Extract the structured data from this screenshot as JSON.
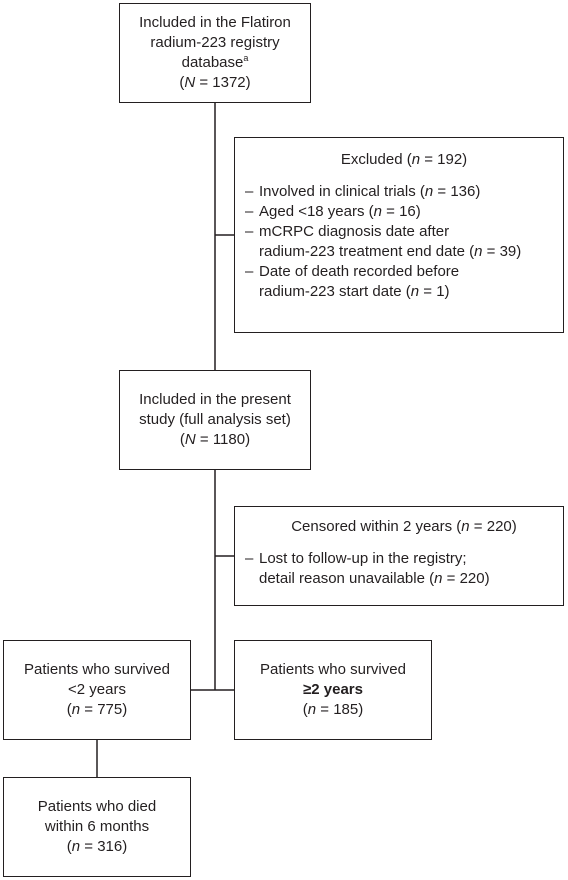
{
  "registry_box": {
    "line1": "Included in the Flatiron",
    "line2": "radium-223 registry",
    "line3": "database",
    "line3_sup": "a",
    "count_var": "N",
    "count_rest": " = 1372)"
  },
  "excluded_box": {
    "title_prefix": "Excluded (",
    "title_var": "n",
    "title_rest": " = 192)",
    "items": [
      {
        "lines": [
          "Involved in clinical trials ("
        ],
        "var": "n",
        "rest": " = 136)"
      },
      {
        "lines": [
          "Aged <18 years ("
        ],
        "var": "n",
        "rest": " = 16)"
      },
      {
        "lines": [
          "mCRPC diagnosis date after",
          "radium-223 treatment end date ("
        ],
        "var": "n",
        "rest": " = 39)"
      },
      {
        "lines": [
          "Date of death recorded before",
          "radium-223 start date ("
        ],
        "var": "n",
        "rest": " = 1)"
      }
    ]
  },
  "included_box": {
    "line1": "Included in the present",
    "line2": "study (full analysis set)",
    "count_var": "N",
    "count_rest": " = 1180)"
  },
  "censored_box": {
    "title_prefix": "Censored within 2 years (",
    "title_var": "n",
    "title_rest": " = 220)",
    "item_line1": "Lost to follow-up in the registry;",
    "item_line2": "detail reason unavailable (",
    "item_var": "n",
    "item_rest": " = 220)"
  },
  "survived_lt2_box": {
    "line1": "Patients who survived",
    "line2": "<2 years",
    "count_var": "n",
    "count_rest": " = 775)"
  },
  "survived_ge2_box": {
    "line1": "Patients who survived",
    "line2": "≥2 years",
    "count_var": "n",
    "count_rest": " = 185)"
  },
  "died_box": {
    "line1": "Patients who died",
    "line2": "within 6 months",
    "count_var": "n",
    "count_rest": " = 316)"
  },
  "dash": "–",
  "open_paren": "("
}
